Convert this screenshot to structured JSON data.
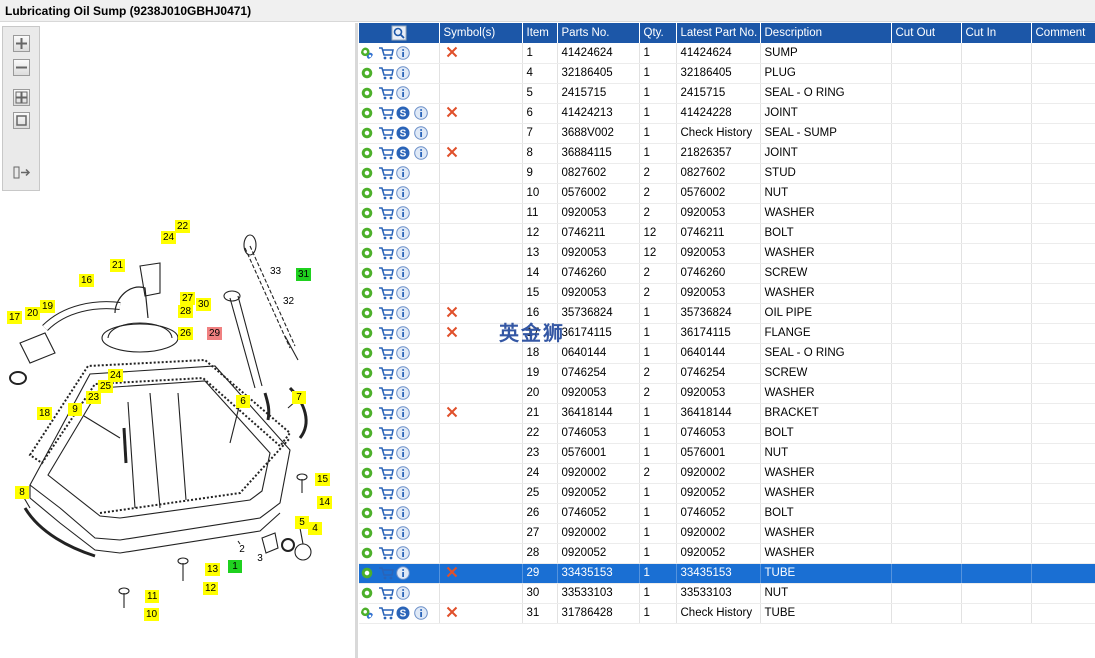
{
  "window": {
    "title": "Lubricating Oil Sump (9238J010GBHJ0471)"
  },
  "zoom_tools": [
    {
      "name": "zoom-in-button",
      "icon": "zoom-in-icon"
    },
    {
      "name": "zoom-out-button",
      "icon": "zoom-out-icon"
    },
    {
      "name": "fit-all-button",
      "icon": "grid-icon"
    },
    {
      "name": "fit-window-button",
      "icon": "square-icon"
    },
    {
      "name": "expand-pane-button",
      "icon": "expand-right-icon"
    }
  ],
  "diagram": {
    "callouts": [
      {
        "label": "22",
        "style": "yellow"
      },
      {
        "label": "24",
        "style": "yellow"
      },
      {
        "label": "21",
        "style": "yellow"
      },
      {
        "label": "16",
        "style": "yellow"
      },
      {
        "label": "27",
        "style": "yellow"
      },
      {
        "label": "30",
        "style": "yellow"
      },
      {
        "label": "28",
        "style": "yellow"
      },
      {
        "label": "26",
        "style": "yellow"
      },
      {
        "label": "29",
        "style": "red"
      },
      {
        "label": "19",
        "style": "yellow"
      },
      {
        "label": "17",
        "style": "yellow"
      },
      {
        "label": "20",
        "style": "yellow"
      },
      {
        "label": "24",
        "style": "yellow"
      },
      {
        "label": "25",
        "style": "yellow"
      },
      {
        "label": "23",
        "style": "yellow"
      },
      {
        "label": "18",
        "style": "yellow"
      },
      {
        "label": "9",
        "style": "yellow"
      },
      {
        "label": "6",
        "style": "yellow"
      },
      {
        "label": "7",
        "style": "yellow"
      },
      {
        "label": "15",
        "style": "yellow"
      },
      {
        "label": "14",
        "style": "yellow"
      },
      {
        "label": "8",
        "style": "yellow"
      },
      {
        "label": "5",
        "style": "yellow"
      },
      {
        "label": "4",
        "style": "yellow"
      },
      {
        "label": "13",
        "style": "yellow"
      },
      {
        "label": "1",
        "style": "green"
      },
      {
        "label": "12",
        "style": "yellow"
      },
      {
        "label": "11",
        "style": "yellow"
      },
      {
        "label": "10",
        "style": "yellow"
      },
      {
        "label": "31",
        "style": "green"
      },
      {
        "label": "33",
        "style": "plain"
      },
      {
        "label": "32",
        "style": "plain"
      },
      {
        "label": "2",
        "style": "plain"
      },
      {
        "label": "3",
        "style": "plain"
      }
    ]
  },
  "table": {
    "columns": [
      "Symbol(s)",
      "Item",
      "Parts No.",
      "Qty.",
      "Latest Part No.",
      "Description",
      "Cut Out",
      "Cut In",
      "Comment"
    ],
    "header_icon": "find-icon",
    "rows": [
      {
        "gear": "multi",
        "s": false,
        "x": true,
        "item": "1",
        "part": "41424624",
        "qty": "1",
        "latest": "41424624",
        "desc": "SUMP"
      },
      {
        "gear": "single",
        "s": false,
        "x": false,
        "item": "4",
        "part": "32186405",
        "qty": "1",
        "latest": "32186405",
        "desc": "PLUG"
      },
      {
        "gear": "single",
        "s": false,
        "x": false,
        "item": "5",
        "part": "2415715",
        "qty": "1",
        "latest": "2415715",
        "desc": "SEAL - O RING"
      },
      {
        "gear": "single",
        "s": true,
        "x": true,
        "item": "6",
        "part": "41424213",
        "qty": "1",
        "latest": "41424228",
        "desc": "JOINT"
      },
      {
        "gear": "single",
        "s": true,
        "x": false,
        "item": "7",
        "part": "3688V002",
        "qty": "1",
        "latest": "Check History",
        "desc": "SEAL - SUMP"
      },
      {
        "gear": "single",
        "s": true,
        "x": true,
        "item": "8",
        "part": "36884115",
        "qty": "1",
        "latest": "21826357",
        "desc": "JOINT"
      },
      {
        "gear": "single",
        "s": false,
        "x": false,
        "item": "9",
        "part": "0827602",
        "qty": "2",
        "latest": "0827602",
        "desc": "STUD"
      },
      {
        "gear": "single",
        "s": false,
        "x": false,
        "item": "10",
        "part": "0576002",
        "qty": "2",
        "latest": "0576002",
        "desc": "NUT"
      },
      {
        "gear": "single",
        "s": false,
        "x": false,
        "item": "11",
        "part": "0920053",
        "qty": "2",
        "latest": "0920053",
        "desc": "WASHER"
      },
      {
        "gear": "single",
        "s": false,
        "x": false,
        "item": "12",
        "part": "0746211",
        "qty": "12",
        "latest": "0746211",
        "desc": "BOLT"
      },
      {
        "gear": "single",
        "s": false,
        "x": false,
        "item": "13",
        "part": "0920053",
        "qty": "12",
        "latest": "0920053",
        "desc": "WASHER"
      },
      {
        "gear": "single",
        "s": false,
        "x": false,
        "item": "14",
        "part": "0746260",
        "qty": "2",
        "latest": "0746260",
        "desc": "SCREW"
      },
      {
        "gear": "single",
        "s": false,
        "x": false,
        "item": "15",
        "part": "0920053",
        "qty": "2",
        "latest": "0920053",
        "desc": "WASHER"
      },
      {
        "gear": "single",
        "s": false,
        "x": true,
        "item": "16",
        "part": "35736824",
        "qty": "1",
        "latest": "35736824",
        "desc": "OIL PIPE"
      },
      {
        "gear": "single",
        "s": false,
        "x": true,
        "item": "17",
        "part": "36174115",
        "qty": "1",
        "latest": "36174115",
        "desc": "FLANGE"
      },
      {
        "gear": "single",
        "s": false,
        "x": false,
        "item": "18",
        "part": "0640144",
        "qty": "1",
        "latest": "0640144",
        "desc": "SEAL - O RING"
      },
      {
        "gear": "single",
        "s": false,
        "x": false,
        "item": "19",
        "part": "0746254",
        "qty": "2",
        "latest": "0746254",
        "desc": "SCREW"
      },
      {
        "gear": "single",
        "s": false,
        "x": false,
        "item": "20",
        "part": "0920053",
        "qty": "2",
        "latest": "0920053",
        "desc": "WASHER"
      },
      {
        "gear": "single",
        "s": false,
        "x": true,
        "item": "21",
        "part": "36418144",
        "qty": "1",
        "latest": "36418144",
        "desc": "BRACKET"
      },
      {
        "gear": "single",
        "s": false,
        "x": false,
        "item": "22",
        "part": "0746053",
        "qty": "1",
        "latest": "0746053",
        "desc": "BOLT"
      },
      {
        "gear": "single",
        "s": false,
        "x": false,
        "item": "23",
        "part": "0576001",
        "qty": "1",
        "latest": "0576001",
        "desc": "NUT"
      },
      {
        "gear": "single",
        "s": false,
        "x": false,
        "item": "24",
        "part": "0920002",
        "qty": "2",
        "latest": "0920002",
        "desc": "WASHER"
      },
      {
        "gear": "single",
        "s": false,
        "x": false,
        "item": "25",
        "part": "0920052",
        "qty": "1",
        "latest": "0920052",
        "desc": "WASHER"
      },
      {
        "gear": "single",
        "s": false,
        "x": false,
        "item": "26",
        "part": "0746052",
        "qty": "1",
        "latest": "0746052",
        "desc": "BOLT"
      },
      {
        "gear": "single",
        "s": false,
        "x": false,
        "item": "27",
        "part": "0920002",
        "qty": "1",
        "latest": "0920002",
        "desc": "WASHER"
      },
      {
        "gear": "single",
        "s": false,
        "x": false,
        "item": "28",
        "part": "0920052",
        "qty": "1",
        "latest": "0920052",
        "desc": "WASHER"
      },
      {
        "gear": "single",
        "s": false,
        "x": true,
        "item": "29",
        "part": "33435153",
        "qty": "1",
        "latest": "33435153",
        "desc": "TUBE",
        "selected": true
      },
      {
        "gear": "single",
        "s": false,
        "x": false,
        "item": "30",
        "part": "33533103",
        "qty": "1",
        "latest": "33533103",
        "desc": "NUT"
      },
      {
        "gear": "multi",
        "s": true,
        "x": true,
        "item": "31",
        "part": "31786428",
        "qty": "1",
        "latest": "Check History",
        "desc": "TUBE"
      }
    ]
  },
  "watermark": "英金狮",
  "colors": {
    "header_bg": "#1c57a8",
    "selected_row": "#1a6fd3",
    "callout_yellow": "#ffff00",
    "callout_green": "#1fd11f",
    "callout_red": "#f08080",
    "x_mark": "#e0502a"
  }
}
